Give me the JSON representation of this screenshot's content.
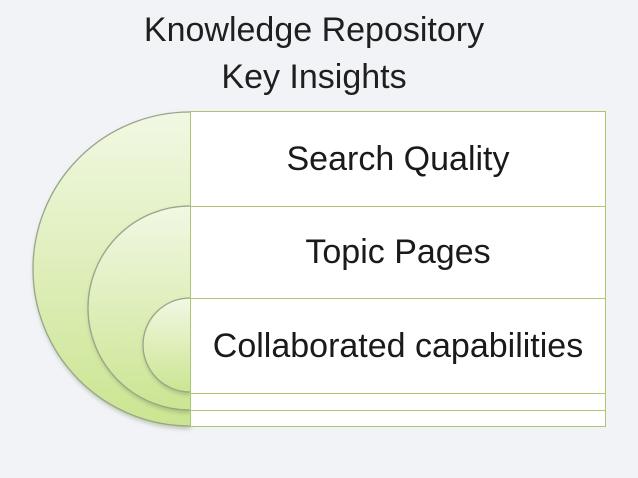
{
  "slide_title": {
    "line1": "Knowledge Repository",
    "line2": "Key Insights"
  },
  "insights": {
    "items": [
      {
        "label": "Search Quality"
      },
      {
        "label": "Topic Pages"
      },
      {
        "label": "Collaborated capabilities"
      },
      {
        "label": ""
      },
      {
        "label": ""
      }
    ]
  },
  "diagram": {
    "type": "vertical-curved-list",
    "ring_count": 3
  },
  "colors": {
    "background": "#f2f3f7",
    "row_fill": "#ffffff",
    "row_border": "#abc573",
    "circle_stroke": "#9aa58c",
    "fill_top": "#f1f8e3",
    "fill_bottom": "#cbe591",
    "shadow": "#7e8f5a",
    "title_text": "#1f1f1f",
    "item_text": "#1a1a1a"
  }
}
